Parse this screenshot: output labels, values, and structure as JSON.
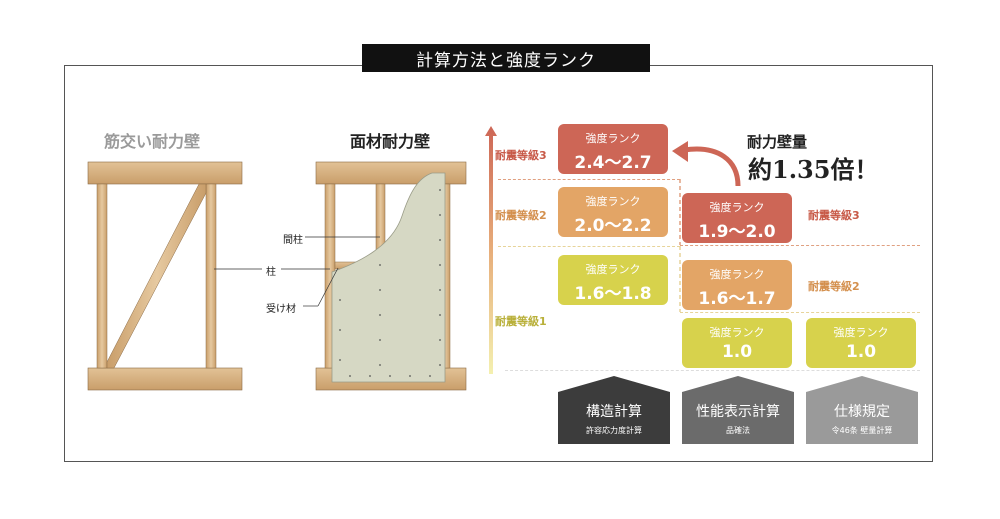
{
  "title": "計算方法と強度ランク",
  "walls": {
    "left_title": "筋交い耐力壁",
    "right_title": "面材耐力壁",
    "callouts": {
      "mabashira": "間柱",
      "hashira": "柱",
      "ukezai": "受け材"
    }
  },
  "grades": {
    "g3": "耐震等級3",
    "g2": "耐震等級2",
    "g1": "耐震等級1"
  },
  "rank_label": "強度ランク",
  "columns": [
    {
      "name": "構造計算",
      "sub": "許容応力度計算",
      "color": "#3c3c3c",
      "boxes": [
        {
          "value": "2.4〜2.7",
          "color": "#cd6656"
        },
        {
          "value": "2.0〜2.2",
          "color": "#e3a566"
        },
        {
          "value": "1.6〜1.8",
          "color": "#d7d24c"
        }
      ]
    },
    {
      "name": "性能表示計算",
      "sub": "品確法",
      "color": "#6b6b6b",
      "boxes": [
        {
          "value": "1.9〜2.0",
          "color": "#cd6656",
          "grade": "耐震等級3"
        },
        {
          "value": "1.6〜1.7",
          "color": "#e3a566",
          "grade": "耐震等級2"
        },
        {
          "value": "1.0",
          "color": "#d7d24c"
        }
      ]
    },
    {
      "name": "仕様規定",
      "sub": "令46条 壁量計算",
      "color": "#9a9a9a",
      "boxes": [
        {
          "value": "1.0",
          "color": "#d7d24c"
        }
      ]
    }
  ],
  "ratio": {
    "title": "耐力壁量",
    "value": "約1.35倍！"
  },
  "colors": {
    "grade3": "#c85a48",
    "grade2": "#d4904e",
    "grade1": "#b9b03a",
    "wood": "#d9b98e",
    "panel": "#d6d8c4"
  }
}
